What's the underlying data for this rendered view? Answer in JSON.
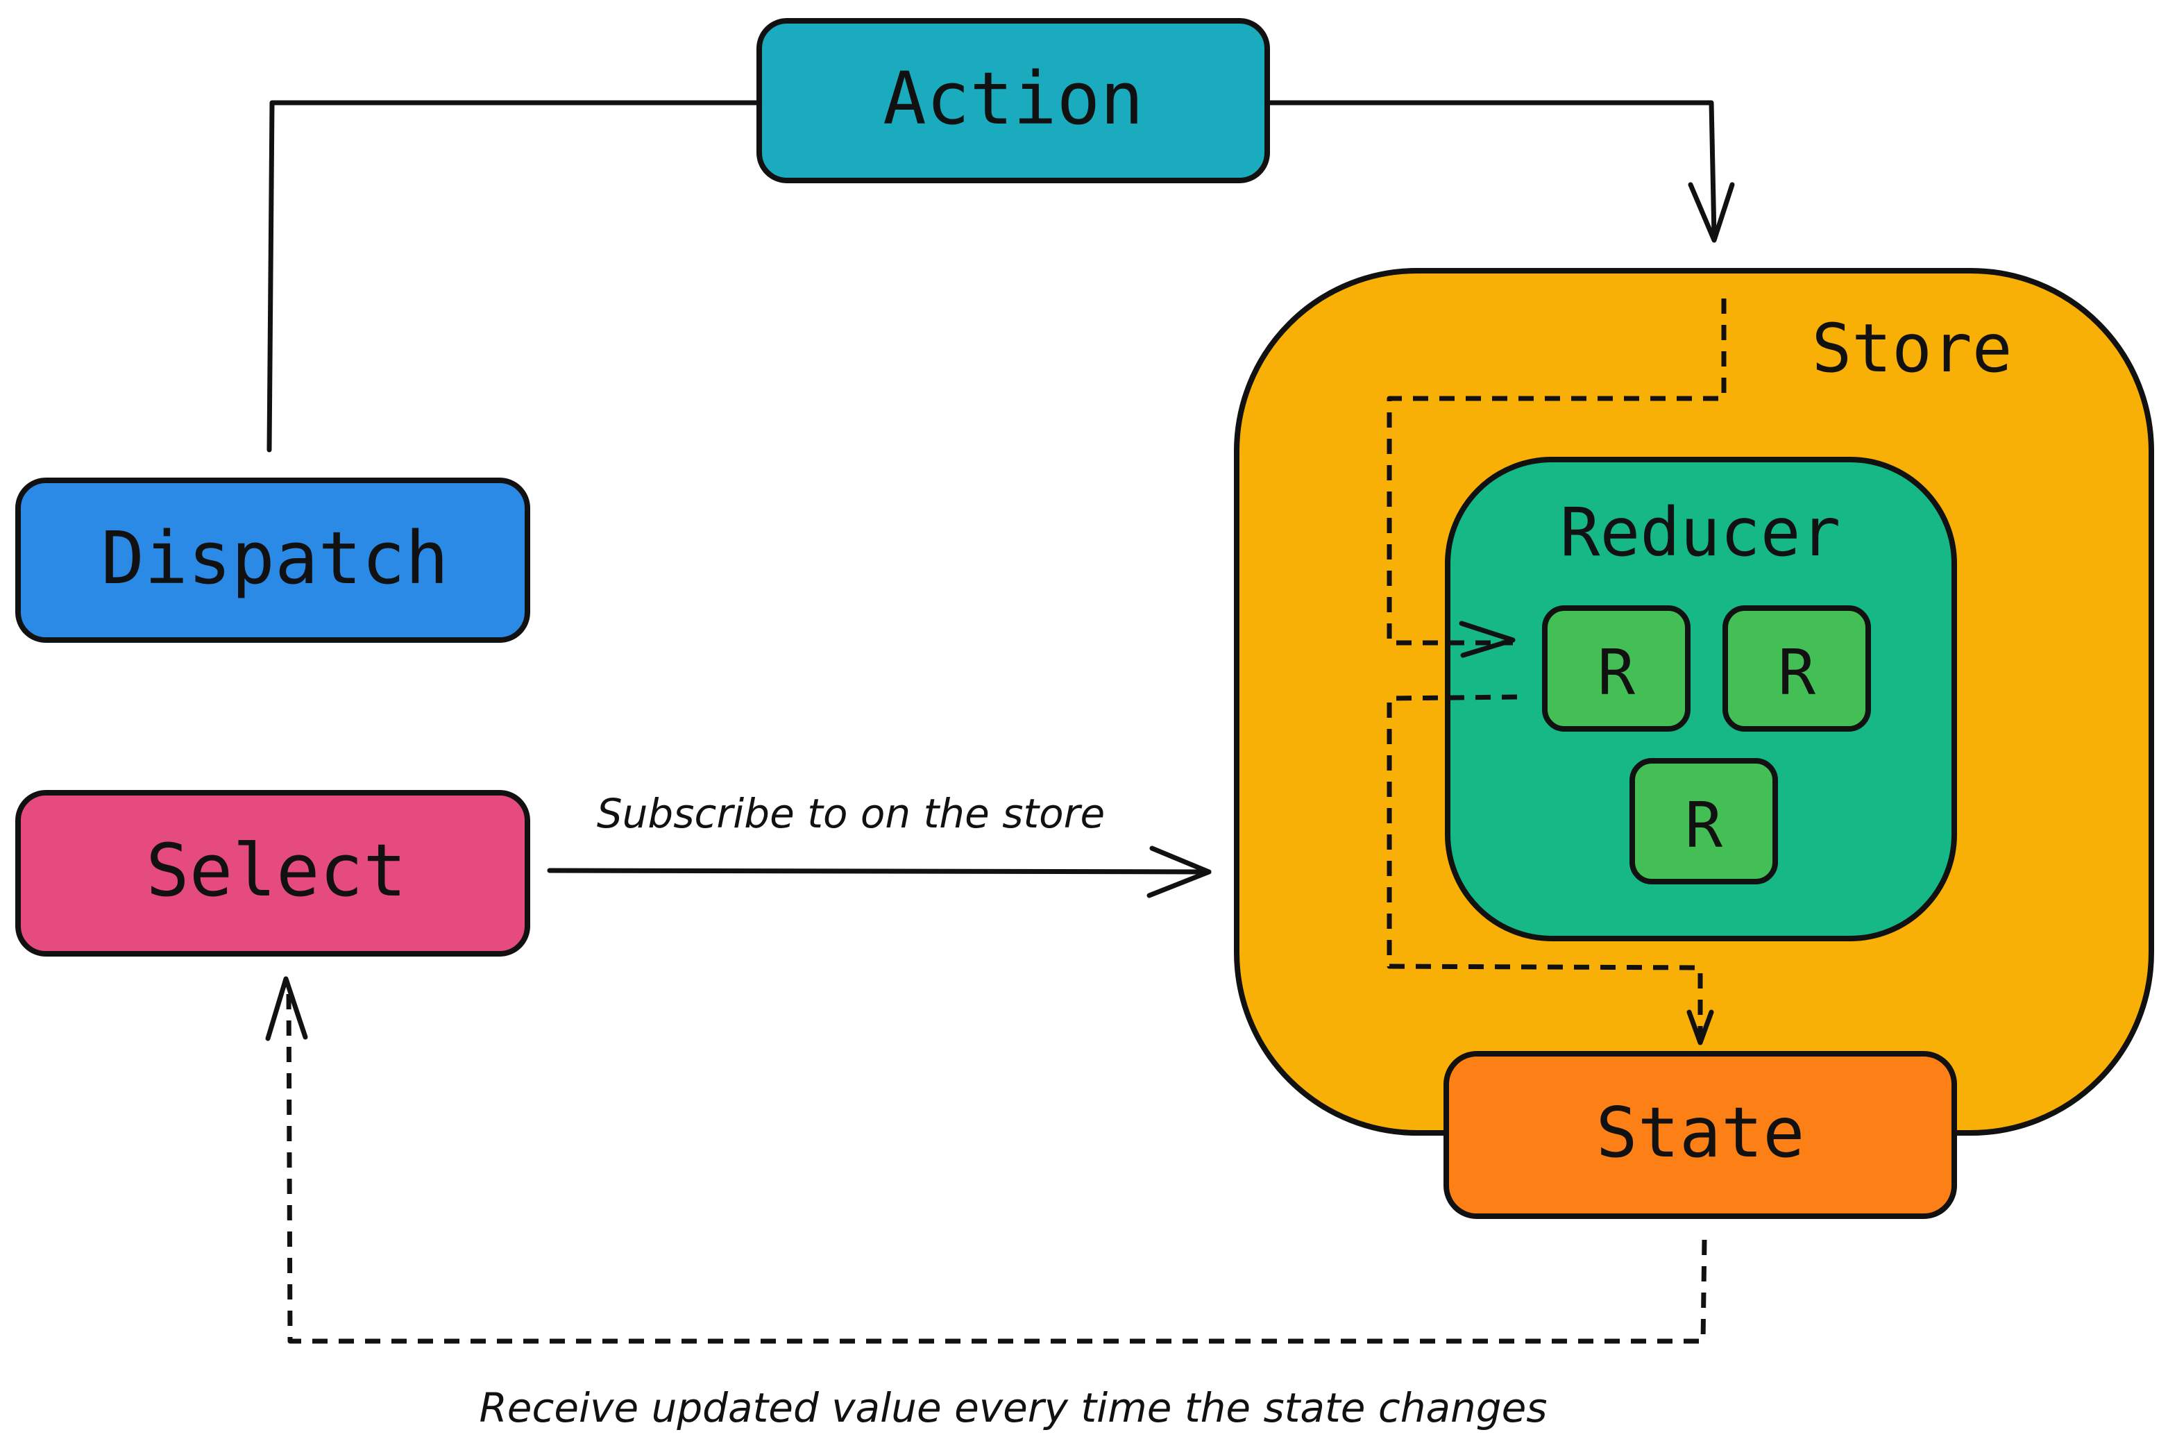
{
  "nodes": {
    "action": {
      "label": "Action",
      "color": "#1aabbf"
    },
    "dispatch": {
      "label": "Dispatch",
      "color": "#2a8ae6"
    },
    "select": {
      "label": "Select",
      "color": "#e64b80"
    },
    "store": {
      "label": "Store",
      "color": "#f8b007"
    },
    "reducer": {
      "label": "Reducer",
      "color": "#16b886"
    },
    "reducer_items": [
      {
        "label": "R",
        "color": "#43bf55"
      },
      {
        "label": "R",
        "color": "#43bf55"
      },
      {
        "label": "R",
        "color": "#43bf55"
      }
    ],
    "state": {
      "label": "State",
      "color": "#fc8016"
    }
  },
  "edges": {
    "subscribe": {
      "label": "Subscribe to on the store"
    },
    "receive": {
      "label": "Receive updated value every time the state changes"
    }
  }
}
